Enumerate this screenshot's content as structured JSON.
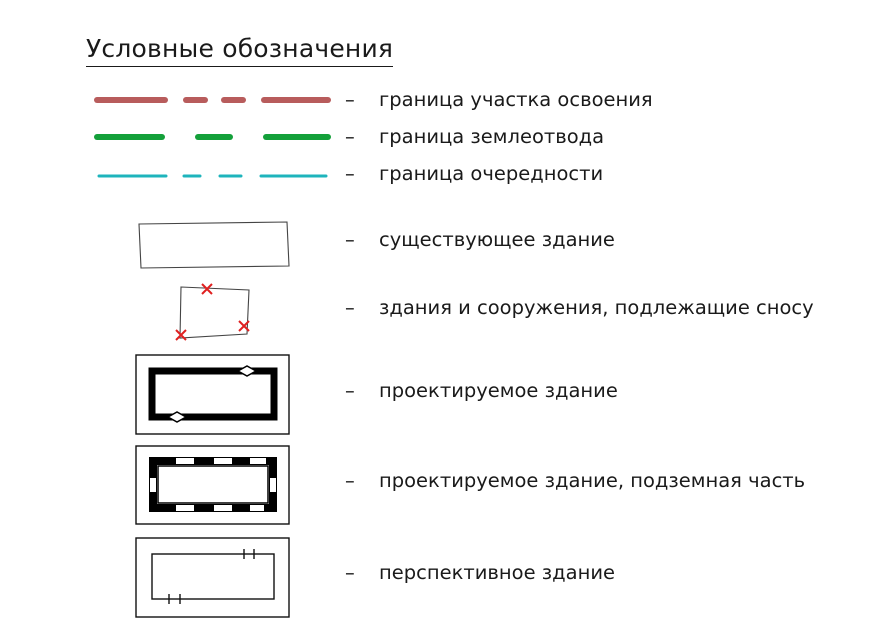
{
  "legend": {
    "title": "Условные обозначения",
    "dash": "–",
    "items": [
      {
        "label": "граница участка освоения",
        "color": "#b85c5c"
      },
      {
        "label": "граница землеотвода",
        "color": "#14a03a"
      },
      {
        "label": "граница очередности",
        "color": "#1eb4bc"
      },
      {
        "label": "существующее здание"
      },
      {
        "label": "здания и сооружения, подлежащие сносу",
        "marker_color": "#e02020"
      },
      {
        "label": "проектируемое здание"
      },
      {
        "label": "проектируемое здание, подземная часть"
      },
      {
        "label": "перспективное здание"
      }
    ]
  }
}
